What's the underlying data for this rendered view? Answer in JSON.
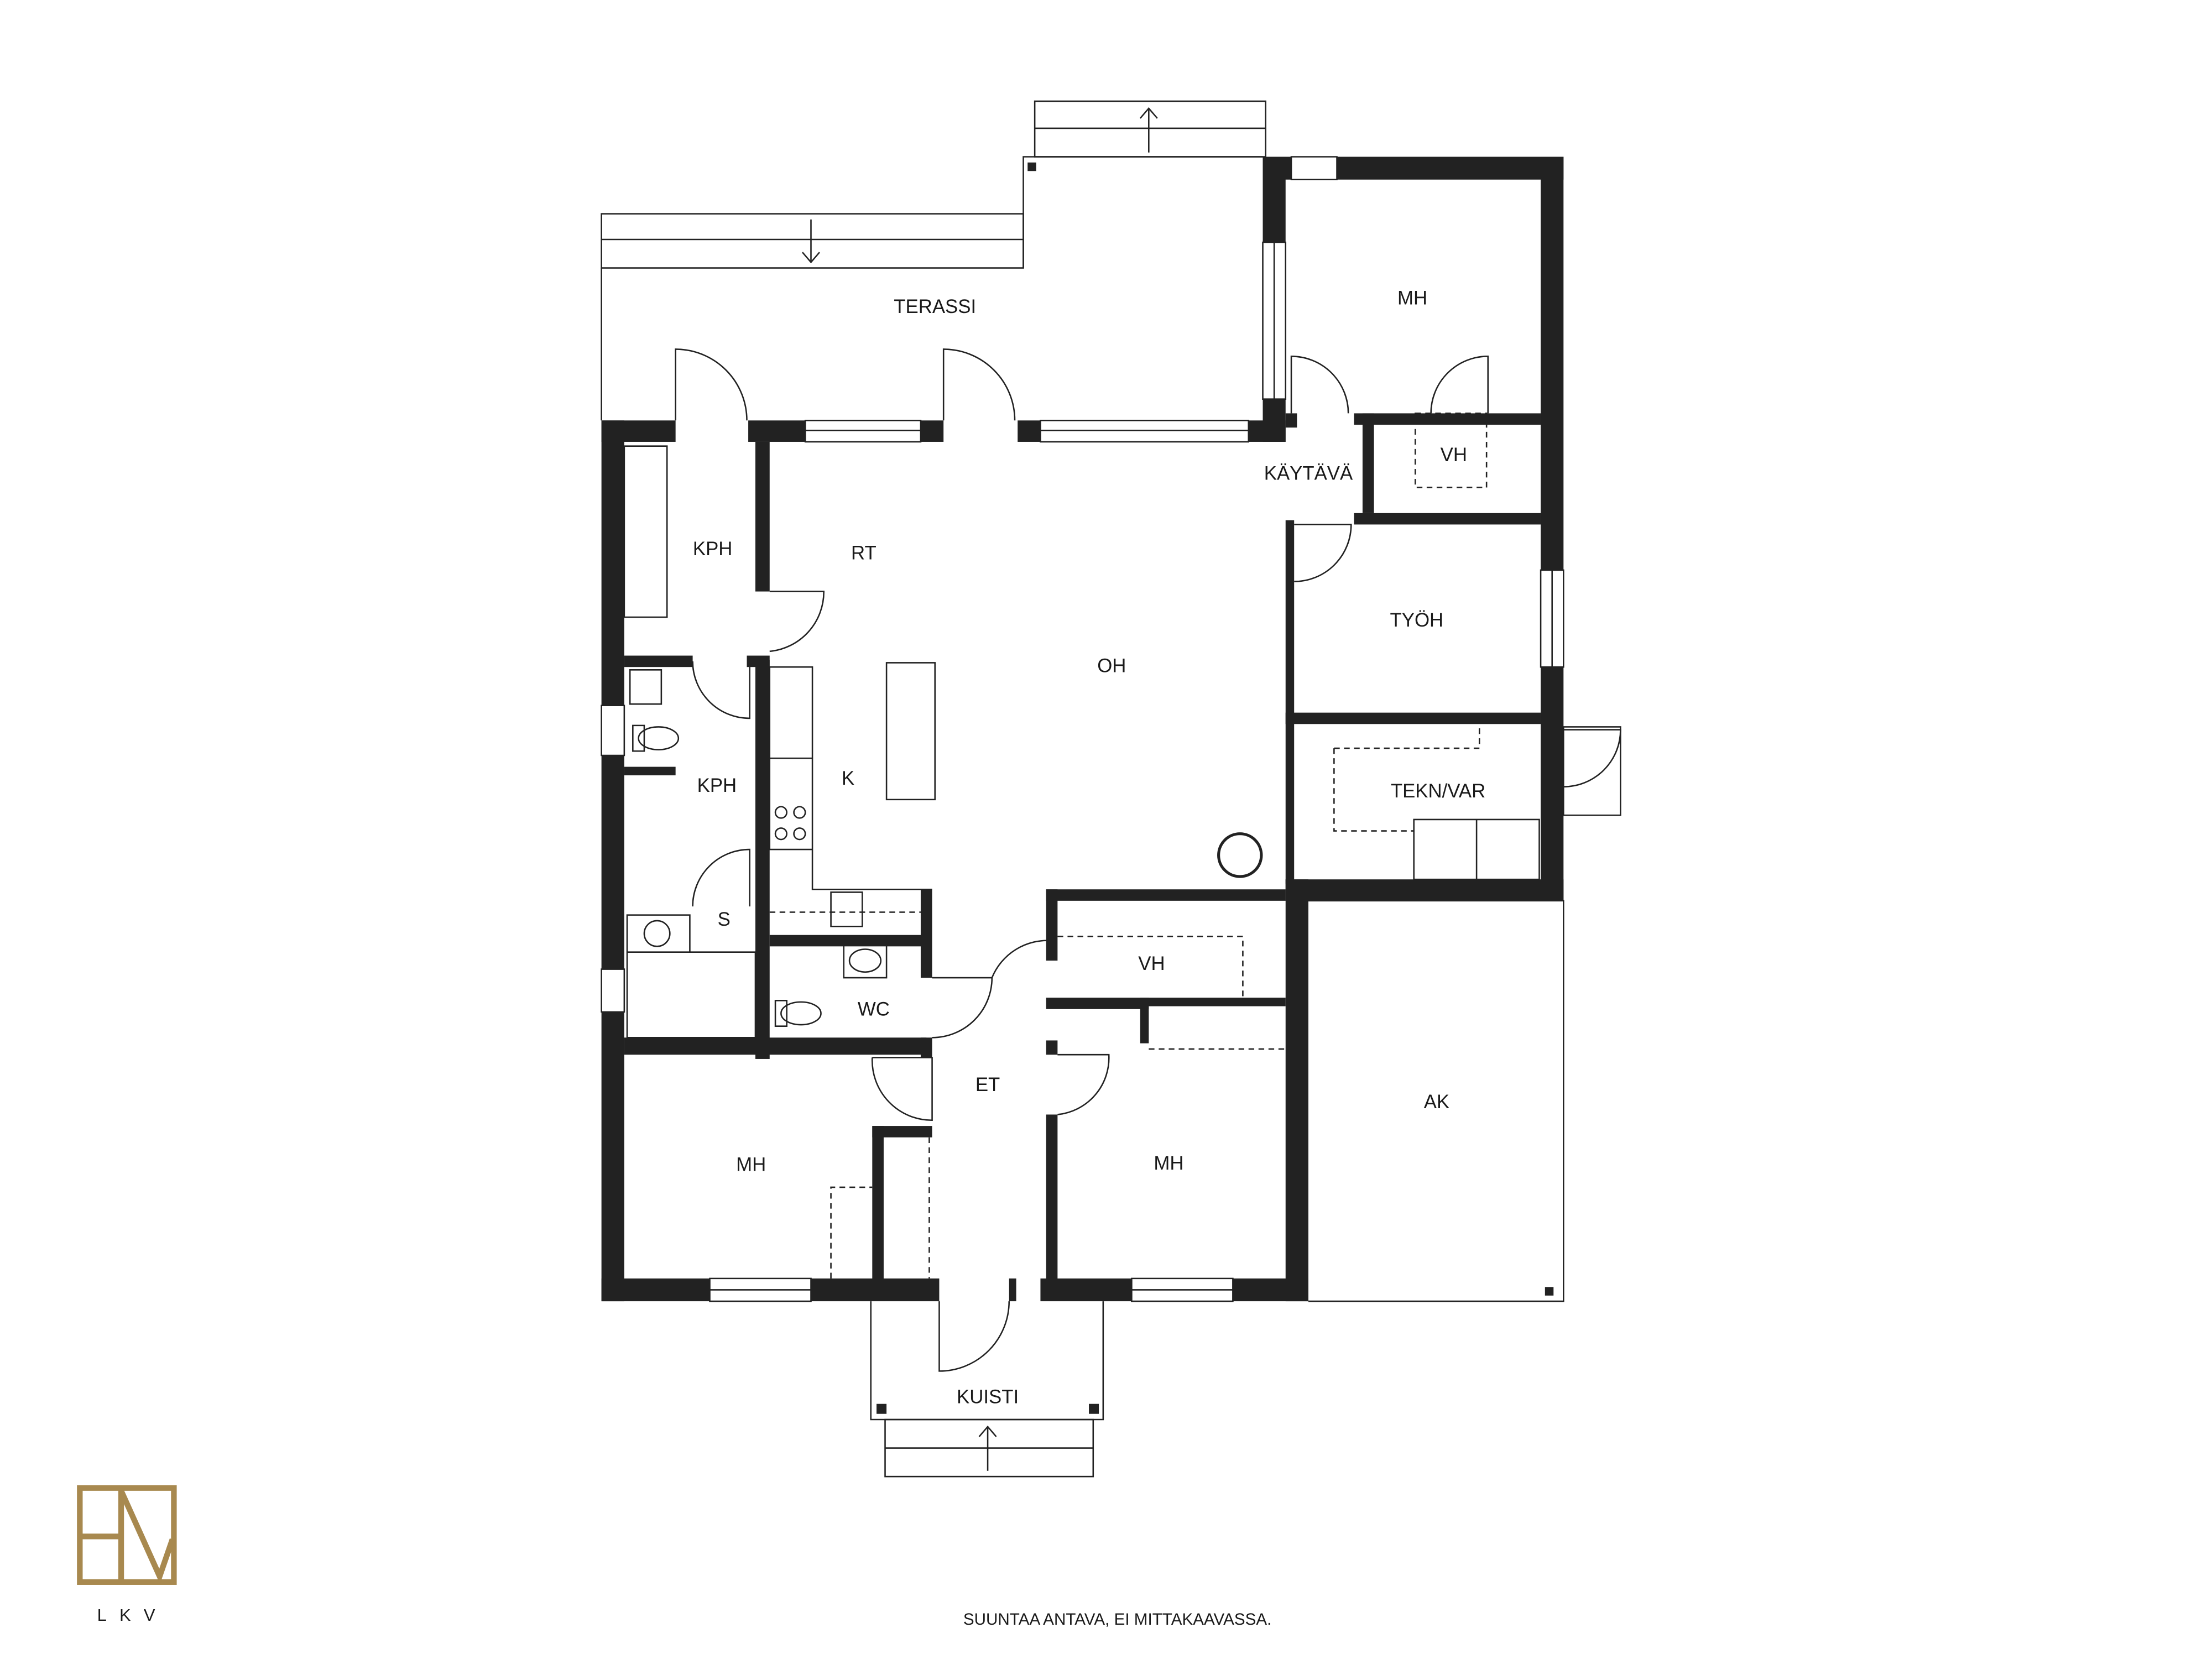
{
  "rooms": {
    "terassi": "TERASSI",
    "mh_top": "MH",
    "vh_top": "VH",
    "kaytava": "KÄYTÄVÄ",
    "kph_upper": "KPH",
    "rt": "RT",
    "oh": "OH",
    "tyoh": "TYÖH",
    "tekn_var": "TEKN/VAR",
    "k": "K",
    "kph_lower": "KPH",
    "s": "S",
    "vh_mid": "VH",
    "wc": "WC",
    "et": "ET",
    "mh_left": "MH",
    "mh_right": "MH",
    "ak": "AK",
    "kuisti": "KUISTI"
  },
  "footer": {
    "disclaimer": "SUUNTAA ANTAVA, EI MITTAKAAVASSA."
  },
  "logo": {
    "text": "LKV",
    "color": "#a8894f"
  }
}
